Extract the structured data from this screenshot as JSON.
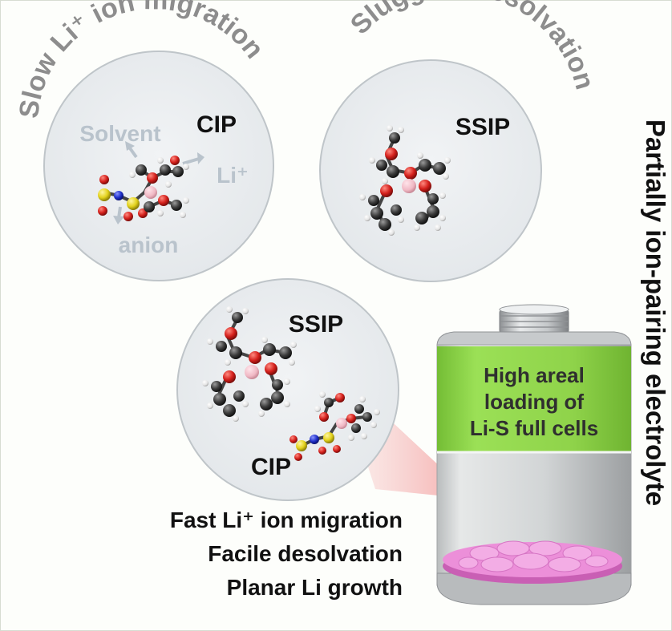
{
  "top_left": {
    "arc_title": "Slow Li⁺ ion migration",
    "cluster_label": "CIP",
    "solvent_label": "Solvent",
    "li_label": "Li⁺",
    "anion_label": "anion"
  },
  "top_right": {
    "arc_title": "Sluggish desolvation",
    "cluster_label": "SSIP"
  },
  "lower_circle": {
    "ssip_label": "SSIP",
    "cip_label": "CIP"
  },
  "battery": {
    "label_lines": [
      "High areal",
      "loading of",
      "Li-S full cells"
    ]
  },
  "benefits": [
    "Fast Li⁺ ion migration",
    "Facile desolvation",
    "Planar Li growth"
  ],
  "vertical_title": "Partially ion-pairing electrolyte",
  "colors": {
    "circle_fill": "#e9ecef",
    "battery_band": "#8fd34a",
    "lithium_disc": "#ec8fd9",
    "carbon": "#3a3a3a",
    "oxygen": "#d4201c",
    "sulfur": "#e3d21d",
    "nitrogen": "#1f2fc8",
    "lithium_atom": "#f0b8c4"
  }
}
